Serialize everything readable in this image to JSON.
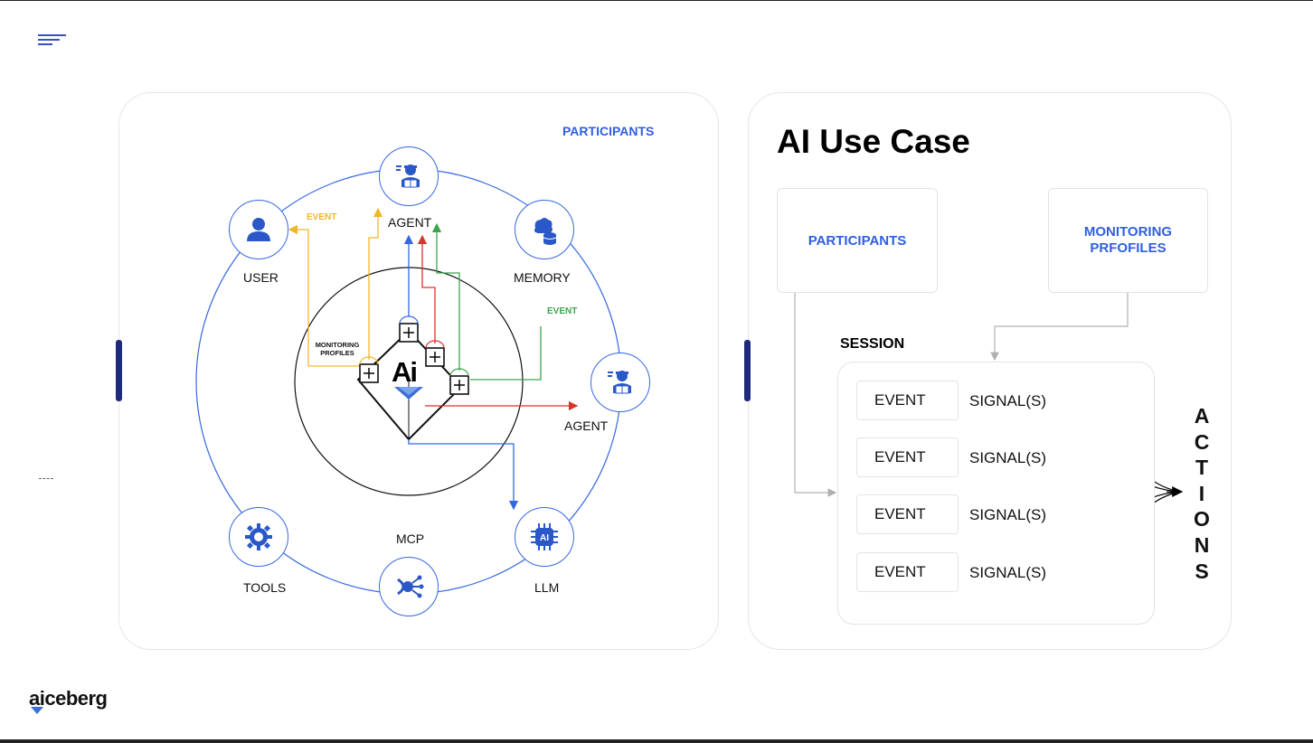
{
  "brand": {
    "name": "aiceberg",
    "color": "#2f5fe0"
  },
  "left_panel": {
    "participants_title": "PARTICIPANTS",
    "center_logo": "Ai",
    "nodes": {
      "agent_top": "AGENT",
      "user": "USER",
      "memory": "MEMORY",
      "agent_right": "AGENT",
      "tools": "TOOLS",
      "mcp": "MCP",
      "llm": "LLM"
    },
    "event_labels": {
      "yellow": "EVENT",
      "green": "EVENT"
    },
    "monitoring_profiles": {
      "line1": "MONITORING",
      "line2": "PROFILES"
    },
    "colors": {
      "blue": "#3467e0",
      "yellow": "#f0b62c",
      "red": "#d9342b",
      "green": "#3fa34d"
    }
  },
  "right_panel": {
    "title": "AI Use Case",
    "participants_label": "PARTICIPANTS",
    "monitoring_label_line1": "MONITORING",
    "monitoring_label_line2": "PRFOFILES",
    "session_label": "SESSION",
    "rows": [
      {
        "event": "EVENT",
        "signal": "SIGNAL(S)"
      },
      {
        "event": "EVENT",
        "signal": "SIGNAL(S)"
      },
      {
        "event": "EVENT",
        "signal": "SIGNAL(S)"
      },
      {
        "event": "EVENT",
        "signal": "SIGNAL(S)"
      }
    ],
    "actions_letters": [
      "A",
      "C",
      "T",
      "I",
      "O",
      "N",
      "S"
    ]
  }
}
